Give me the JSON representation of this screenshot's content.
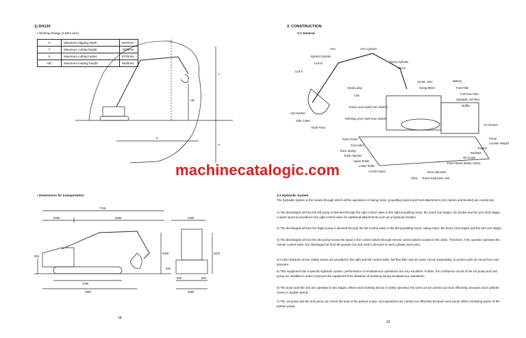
{
  "left": {
    "heading": "1) DH130",
    "range_caption": "• Working Range (2.50m arm)",
    "range_table": [
      {
        "code": "H",
        "desc": "Maximum digging depth",
        "value": "6020mm"
      },
      {
        "code": "T",
        "desc": "Maximum cutting height",
        "value": "7800mm"
      },
      {
        "code": "S",
        "desc": "Maximum cutting radius",
        "value": "8725mm"
      },
      {
        "code": "HD",
        "desc": "Maximum loading height",
        "value": "5535mm"
      }
    ],
    "range_dims": {
      "t": "T",
      "h": "H",
      "hd": "HD",
      "s": "S"
    },
    "transport_caption": "• Dimensions for transportation",
    "transport_dims": {
      "overall": "7745",
      "rear": "6280",
      "front": "5565",
      "width": "2490",
      "height1": "3000",
      "height2": "2875",
      "clearance": "425",
      "tail": "925",
      "track_len": "2780",
      "track_total": "3500",
      "shoe1": "600",
      "shoe2": "600",
      "gauge": "2580"
    },
    "page_number": "18"
  },
  "right": {
    "heading": "2. CONSTRUCTION",
    "subheading": "2-1 General.",
    "labels": {
      "arm": "Arm",
      "arm_cyl": "Arm Cylinder",
      "bucket_cyl": "Bucket Cylinder",
      "boom_cyl": "Boom Cylinder",
      "link_b": "Link B",
      "boom": "Boom",
      "link_a": "Link A",
      "center_joint": "Center Joint",
      "battery": "Battery",
      "head_lamp": "Head Lamp",
      "swing_motor": "Swing Motor",
      "fuel_filter": "Fuel Filter",
      "cab": "Cab",
      "full_flow": "Full Flow Filter",
      "hyd_oil": "Hydraulic Oil Filter",
      "muffler": "Muffler",
      "travel_lever": "Travel Lever (with horn switch)",
      "hoe_bucket": "Hoe Bucket",
      "working_lever": "Working Lever (with horn switch)",
      "side_cutter": "Side Cutter",
      "air_cleaner": "Air Cleaner",
      "tooth_point": "Tooth Point",
      "pump": "Pump",
      "counter_weight": "Counter Weight",
      "track_frame": "Track Frame",
      "front_idler": "Front Idler",
      "engine": "Engine",
      "track_spring": "Track Spring",
      "radiator": "Radiator",
      "track_adjuster": "Track Adjuster",
      "oil_cooler": "Oil Cooler",
      "upper_roller": "Upper Roller",
      "travel_motor": "Travel Motor (Brake Valve)",
      "lower_roller": "Lower Roller",
      "control_valve": "Control Valve",
      "drive_sprocket": "Drive Sprocket",
      "shoe": "Shoe",
      "travel_reduction": "Travel Reduction Unit"
    },
    "hyd_heading": "2-2 Hydraulic System",
    "hyd_intro": "The hydraulic system is the means through which all the operations of swing motor, propelling motors and front attachment (Arm, Boom and Bucket) are carried out.",
    "items": [
      "1) The discharged oil from the left pump is directed through the right control valve to the right propelling motor, the boom (1st stage), the bucket and the arm (2nd stage). A spare spool is provided in the right control valve for additional attachments such as a hydraulic breaker.",
      "2) The discharged oil from the Right pump is directed through the left control valve to the left propelling motor, swing motor, the boom (2nd stage) and the arm (1st stage).",
      "3) The discharged oil from the 3rd pump moves the spool in the control valves through remote control valves located in the cabin. Therefore, if the operator operates the remote control valve, the discharged oil from the pumps (1st and 2nd) is directed to each cylinder and motor.",
      "4) In the hydraulic circuit, safety valves are provided in the right and left control valve, full-flow filter and oil cooler circuit respectively, to protect each oil circuit from over pressure.",
      "5) This equipment has a specific hydraulic system, performance of simultaneous operations are very excellent. Further, the confluence circuit of the 1st pump and 2nd pump are installed in order to prevent the equipment from deviation of traveling during simultaneous operations.",
      "6) The boom and the arm are operated in two stages. When each working device is solely operated, the work can be carried out more efficiently, because each cylinder moves in double speed.",
      "7) The 1st pump and the 2nd pump can check the load of the partner pump. And operations are carried out efficiently because each pump utilize remaining power of the partner pump."
    ],
    "page_number": "19"
  },
  "watermark": "machinecatalogic.com"
}
